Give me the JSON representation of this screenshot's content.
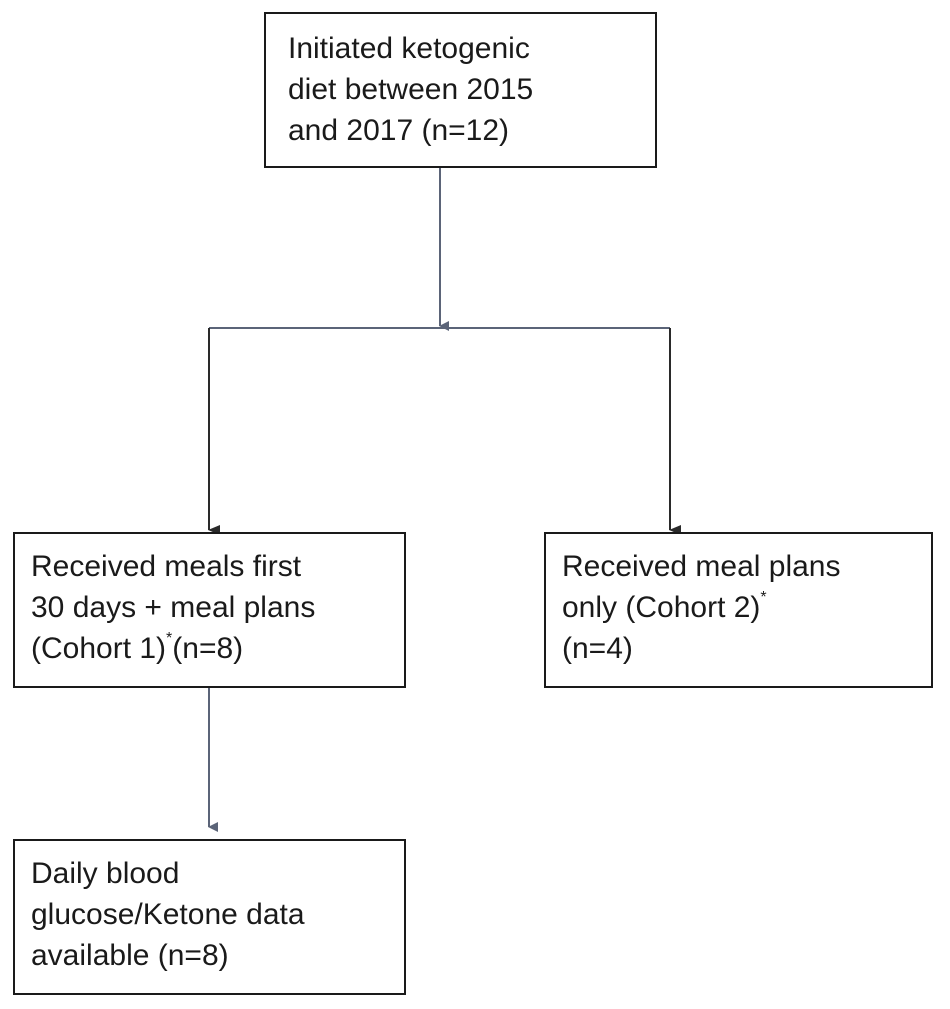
{
  "flowchart": {
    "initiated": {
      "lines": [
        "Initiated ketogenic",
        "diet between 2015",
        "and 2017 (n=12)"
      ]
    },
    "cohort1": {
      "line1": "Received meals first",
      "line2": "30 days + meal plans",
      "line3_before": "(Cohort 1)",
      "line3_mark": "*",
      "line3_after": "(n=8)"
    },
    "cohort2": {
      "line1": "Received meal plans",
      "line2_before": "only (Cohort 2)",
      "line2_mark": "*",
      "line3": "(n=4)"
    },
    "daily": {
      "lines": [
        "Daily blood",
        "glucose/Ketone data",
        "available  (n=8)"
      ]
    }
  },
  "colors": {
    "connector_main": "#5b6478",
    "connector_branch": "#2a2a2a",
    "box_border": "#1a1a1a",
    "text": "#1a1a1a",
    "background": "#ffffff"
  }
}
